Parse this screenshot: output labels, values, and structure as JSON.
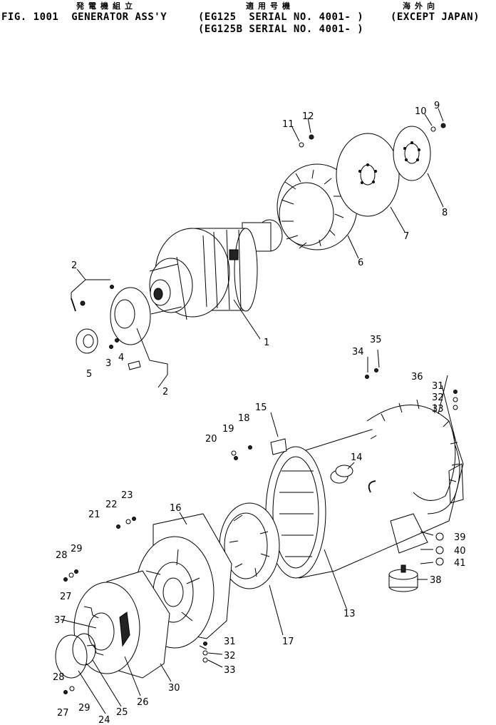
{
  "header": {
    "kanji_left": "発電機組立",
    "kanji_mid": "適用号機",
    "kanji_right": "海外向",
    "line1_left": "FIG. 1001  GENERATOR ASS'Y",
    "line1_model": "(EG125  SERIAL NO. 4001- )",
    "line1_region": "(EXCEPT JAPAN)",
    "line2_model": "(EG125B SERIAL NO. 4001- )"
  },
  "callouts": [
    "1",
    "2",
    "2",
    "3",
    "4",
    "5",
    "6",
    "7",
    "8",
    "9",
    "10",
    "11",
    "12",
    "13",
    "14",
    "15",
    "16",
    "17",
    "18",
    "19",
    "20",
    "21",
    "22",
    "23",
    "24",
    "25",
    "26",
    "27",
    "27",
    "28",
    "28",
    "29",
    "29",
    "30",
    "31",
    "31",
    "32",
    "32",
    "33",
    "33",
    "34",
    "35",
    "36",
    "37",
    "38",
    "39",
    "40",
    "41"
  ]
}
